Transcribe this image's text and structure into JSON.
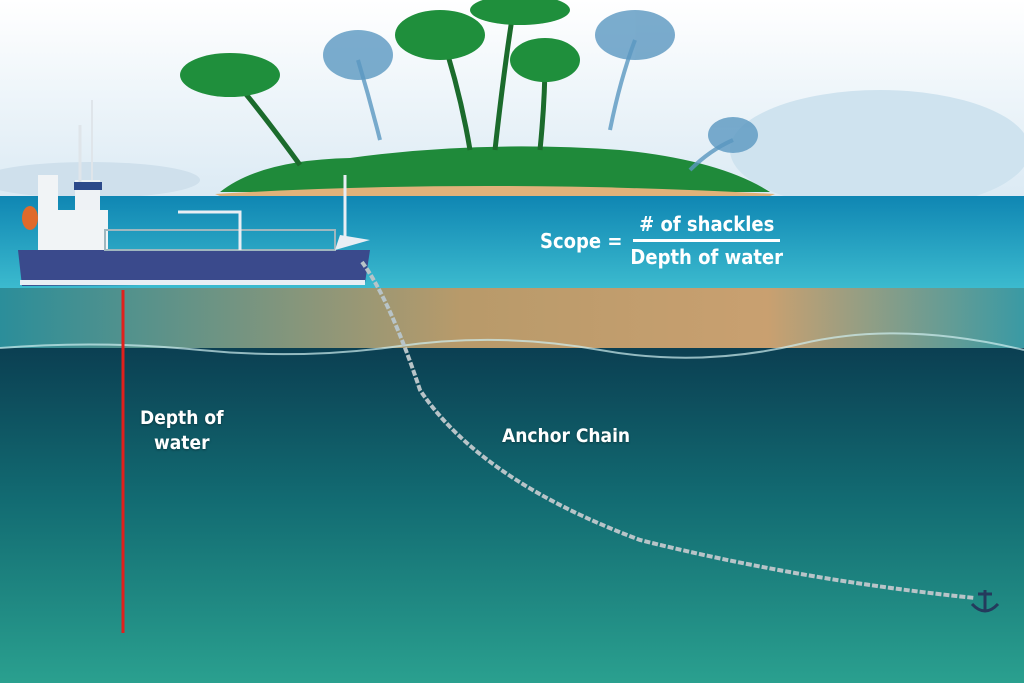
{
  "formula": {
    "lhs": "Scope =",
    "numerator": "# of shackles",
    "denominator": "Depth of water"
  },
  "labels": {
    "depth_line1": "Depth of",
    "depth_line2": "water",
    "anchor_chain": "Anchor Chain"
  },
  "colors": {
    "sky": "#eef5fa",
    "sea_surface": "#1a9cbf",
    "underwater": "#0f5a63",
    "seabed": "#1d8a85",
    "hull": "#3a4a8c",
    "depth_line": "#e0201c",
    "island": "#1f8a3a",
    "sand": "#e0b27a"
  },
  "icons": [
    "ship",
    "palm-tree",
    "island",
    "anchor",
    "anchor-chain"
  ]
}
